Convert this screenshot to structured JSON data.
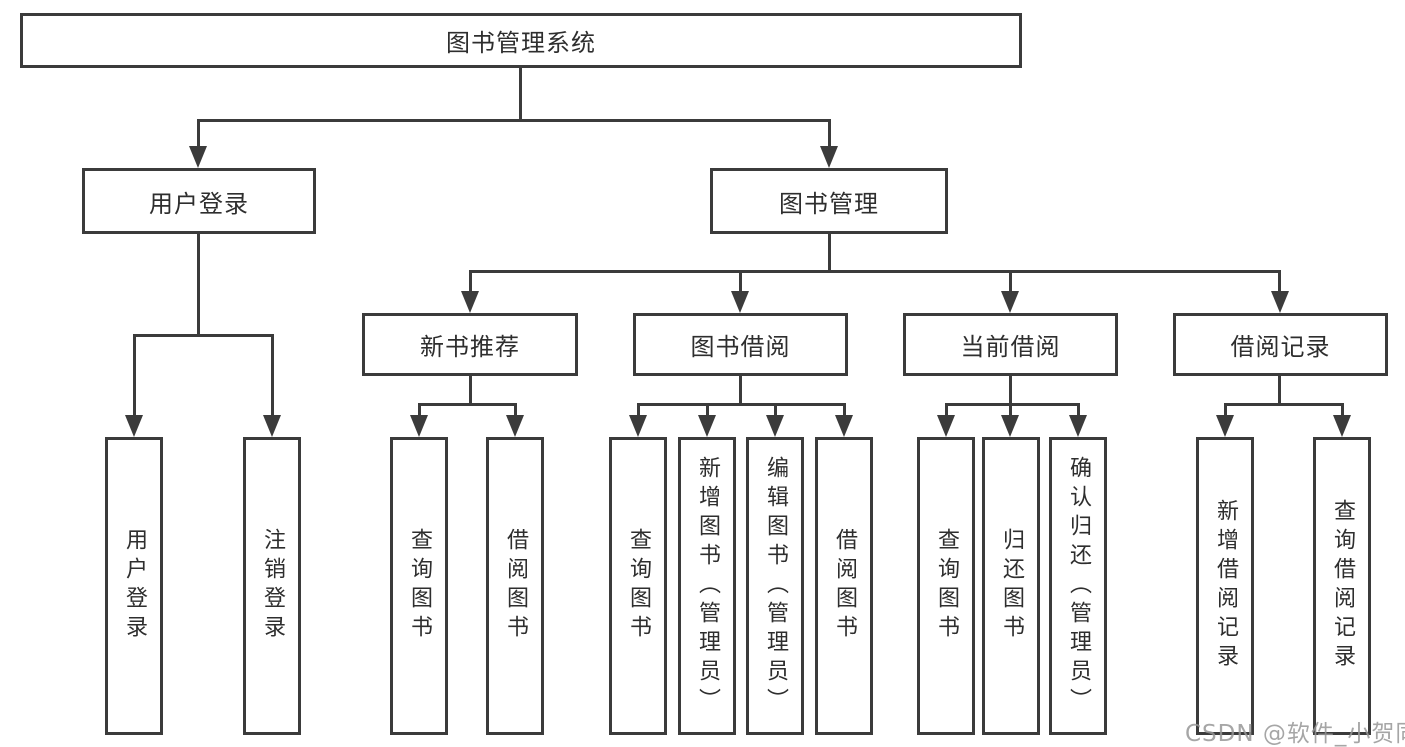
{
  "watermark": "CSDN @软件_小贺同学",
  "colors": {
    "line": "#3b3b3b",
    "text": "#2e2e2e",
    "watermark": "#979797",
    "background": "#ffffff"
  },
  "tree": {
    "root": "图书管理系统",
    "user_login": {
      "label": "用户登录",
      "children": [
        "用户登录",
        "注销登录"
      ]
    },
    "book_management": {
      "label": "图书管理",
      "modules": [
        {
          "label": "新书推荐",
          "children": [
            "查询图书",
            "借阅图书"
          ]
        },
        {
          "label": "图书借阅",
          "children": [
            "查询图书",
            "新增图书（管理员）",
            "编辑图书（管理员）",
            "借阅图书"
          ]
        },
        {
          "label": "当前借阅",
          "children": [
            "查询图书",
            "归还图书",
            "确认归还（管理员）"
          ]
        },
        {
          "label": "借阅记录",
          "children": [
            "新增借阅记录",
            "查询借阅记录"
          ]
        }
      ]
    }
  }
}
